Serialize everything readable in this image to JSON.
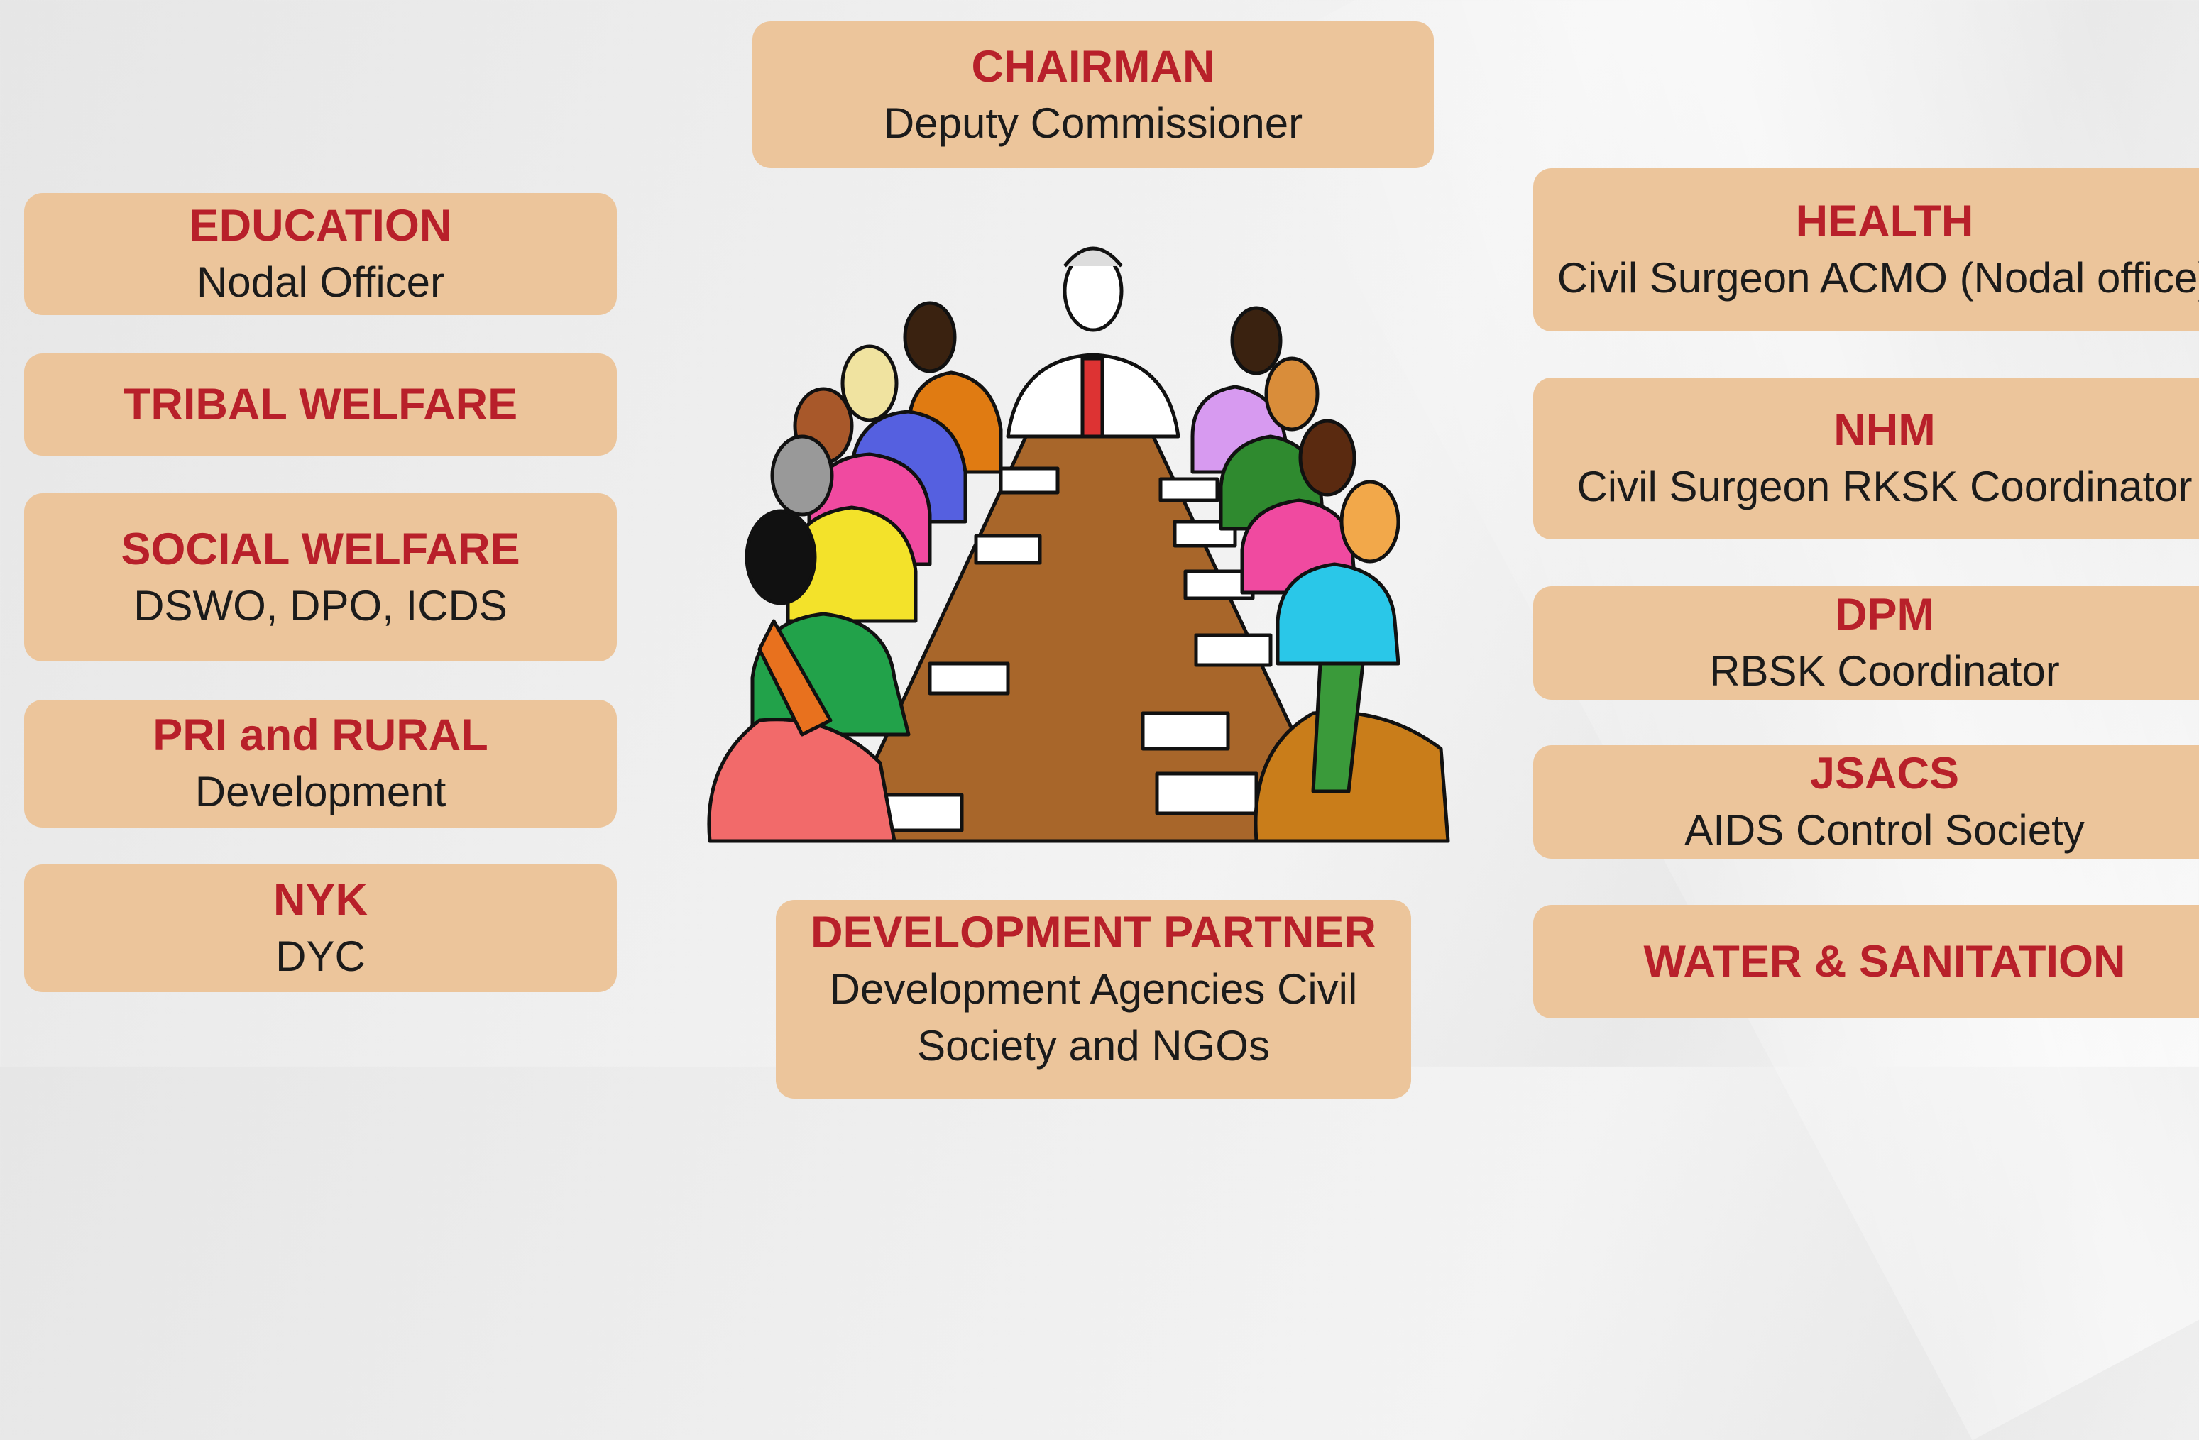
{
  "chairman": {
    "title": "CHAIRMAN",
    "sub": "Deputy Commissioner"
  },
  "left": [
    {
      "title": "EDUCATION",
      "sub": "Nodal Officer"
    },
    {
      "title": "TRIBAL WELFARE",
      "sub": ""
    },
    {
      "title": "SOCIAL WELFARE",
      "sub": "DSWO, DPO, ICDS"
    },
    {
      "title": "PRI and RURAL",
      "sub": "Development"
    },
    {
      "title": "NYK",
      "sub": "DYC"
    }
  ],
  "right": [
    {
      "title": "HEALTH",
      "sub": "Civil Surgeon ACMO (Nodal office)"
    },
    {
      "title": "NHM",
      "sub": "Civil Surgeon RKSK Coordinator"
    },
    {
      "title": "DPM",
      "sub": "RBSK Coordinator"
    },
    {
      "title": "JSACS",
      "sub": "AIDS Control Society"
    },
    {
      "title": "WATER & SANITATION",
      "sub": ""
    }
  ],
  "partner": {
    "title": "DEVELOPMENT PARTNER",
    "sub1": "Development Agencies Civil",
    "sub2": "Society and NGOs"
  },
  "colors": {
    "box": "#ecc59b",
    "title": "#b8202a",
    "text": "#1b1b1b"
  },
  "illustration": "meeting-table-clipart"
}
